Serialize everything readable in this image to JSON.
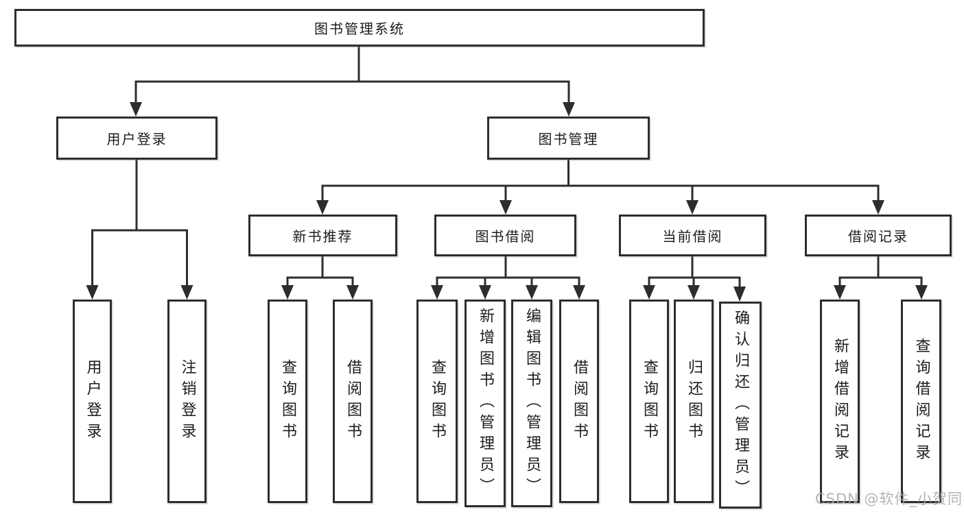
{
  "diagram": {
    "title": "图书管理系统",
    "colors": {
      "line": "#2d2d2d",
      "box_border": "#2d2d2d",
      "text": "#1c1c1c",
      "background": "#ffffff",
      "watermark": "#acacac"
    },
    "level2": {
      "user_login": "用户登录",
      "book_mgmt": "图书管理"
    },
    "level3": {
      "new_books": "新书推荐",
      "book_borrow": "图书借阅",
      "current_borrow": "当前借阅",
      "borrow_records": "借阅记录"
    },
    "leaves": {
      "user_login_leaf": "用户登录",
      "logout": "注销登录",
      "nb_query": "查询图书",
      "nb_borrow": "借阅图书",
      "bb_query": "查询图书",
      "bb_add": "新增图书（管理员）",
      "bb_edit": "编辑图书（管理员）",
      "bb_borrow": "借阅图书",
      "cb_query": "查询图书",
      "cb_return": "归还图书",
      "cb_confirm": "确认归还（管理员）",
      "br_add": "新增借阅记录",
      "br_query": "查询借阅记录"
    },
    "watermark": "CSDN @软件_小贺同学"
  }
}
